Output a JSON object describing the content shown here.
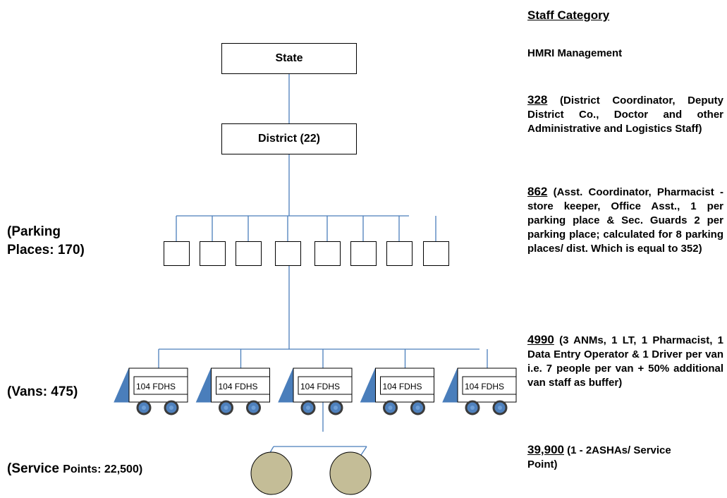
{
  "diagram": {
    "state_label": "State",
    "district_label": "District (22)",
    "van_label": "104 FDHS",
    "parking_label": "(Parking Places: 170)",
    "parking_label_line1": "(Parking",
    "parking_label_line2": "Places: 170)",
    "vans_label": "(Vans: 475)",
    "service_label_prefix": "(Service",
    "service_label_suffix": "Points: 22,500)",
    "parking_box_count": 8,
    "van_count": 5,
    "service_point_count": 2
  },
  "staff": {
    "heading": "Staff  Category",
    "management": "HMRI Management",
    "entries": [
      {
        "number": "328",
        "text": " (District Coordinator, Deputy District Co., Doctor and other Administrative and Logistics Staff)"
      },
      {
        "number": "862",
        "text": " (Asst. Coordinator, Pharmacist - store keeper, Office Asst., 1 per parking place & Sec. Guards 2 per parking place; calculated for 8 parking places/ dist. Which is equal to 352)"
      },
      {
        "number": "4990",
        "text": " (3 ANMs, 1 LT, 1 Pharmacist, 1 Data Entry Operator & 1 Driver per van i.e. 7 people per van + 50% additional van staff as buffer)"
      },
      {
        "number": "39,900",
        "text": " (1 - 2ASHAs/ Service Point)"
      }
    ]
  },
  "colors": {
    "connector": "#4a7ebb",
    "cab": "#4a7ebb",
    "wheel_fill": "#4f81bd",
    "wheel_stroke": "#3b3b3b",
    "service_fill": "#c4bd97"
  }
}
